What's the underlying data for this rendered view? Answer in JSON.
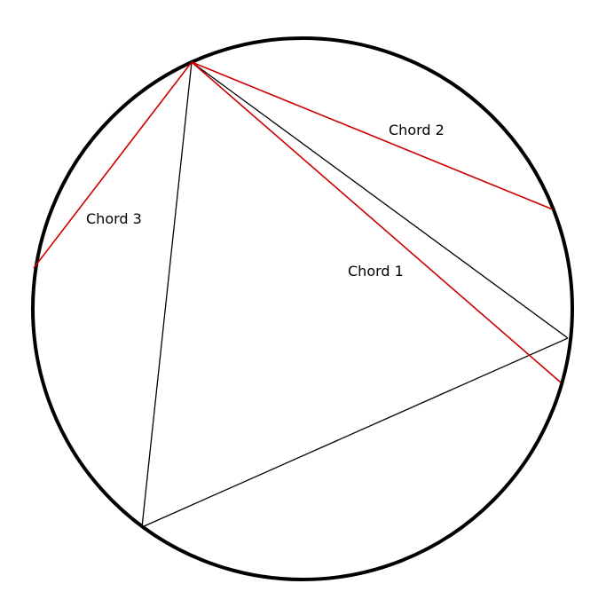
{
  "colors": {
    "circle": "#000000",
    "triangle": "#000000",
    "chord": "#cc0000",
    "background": "#ffffff"
  },
  "labels": {
    "chord1": "Chord 1",
    "chord2": "Chord 2",
    "chord3": "Chord 3"
  }
}
